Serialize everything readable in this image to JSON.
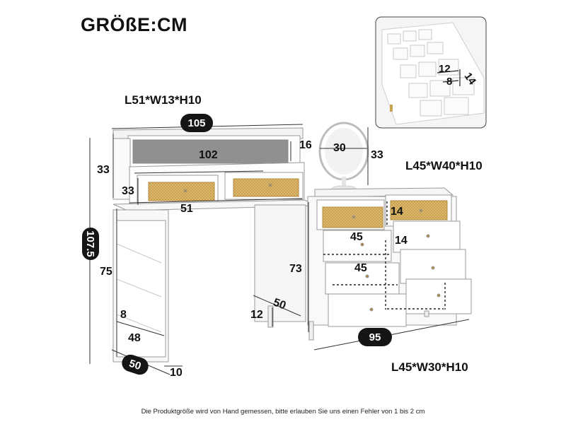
{
  "title": "GRÖßE:CM",
  "footer": "Die Produktgröße wird von Hand gemessen, bitte erlauben Sie uns einen Fehler von 1 bis 2 cm",
  "annotations": {
    "top_drawer_size": "L51*W13*H10",
    "right_top_drawer_size": "L45*W40*H10",
    "right_bottom_drawer_size": "L45*W30*H10",
    "width_105": "105",
    "width_102": "102",
    "height_16": "16",
    "height_33_left": "33",
    "height_33_drawer": "33",
    "mirror_30": "30",
    "mirror_33": "33",
    "depth_51": "51",
    "drawer_14_a": "14",
    "drawer_45_a": "45",
    "drawer_14_b": "14",
    "drawer_45_b": "45",
    "height_107_5": "107.5",
    "height_75": "75",
    "height_73": "73",
    "shelf_8": "8",
    "shelf_48": "48",
    "depth_50_left": "50",
    "leg_10": "10",
    "leg_12": "12",
    "depth_50_right": "50",
    "width_95": "95",
    "inset_12": "12",
    "inset_8": "8",
    "inset_14": "14"
  },
  "colors": {
    "pill": "#151515",
    "wood": "#d9b36a",
    "felt": "#9a9a9a",
    "line": "#333333"
  }
}
